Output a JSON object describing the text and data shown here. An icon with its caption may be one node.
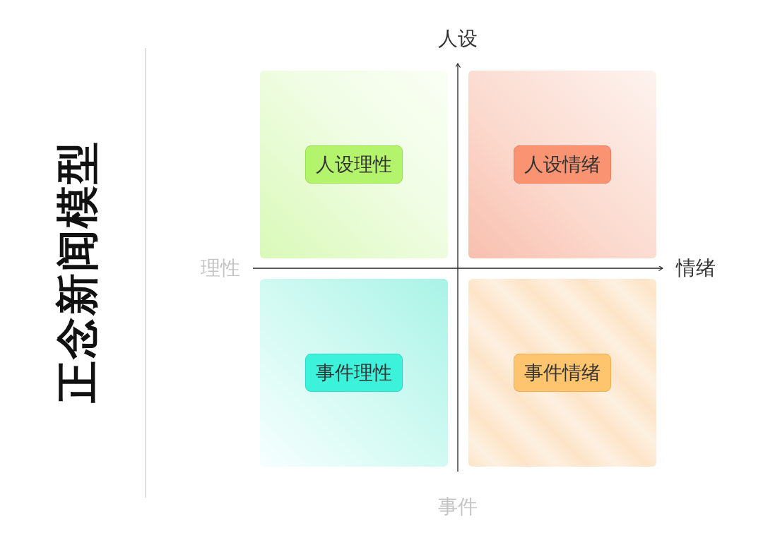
{
  "diagram": {
    "title": "正念新闻模型",
    "nodes": [
      {
        "text": [
          "人设理性"
        ]
      },
      {
        "text": [
          "人设情绪"
        ]
      },
      {
        "text": [
          "事件理性"
        ]
      },
      {
        "text": [
          "事件情绪"
        ]
      }
    ],
    "labels": [
      "人设",
      "理性",
      "情绪",
      "事件"
    ]
  }
}
